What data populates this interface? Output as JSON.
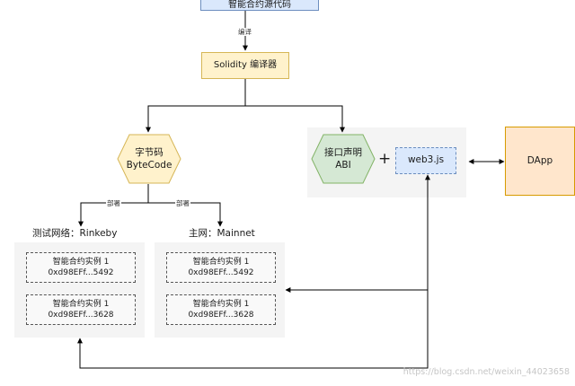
{
  "nodes": {
    "source": "智能合约源代码",
    "compiler": "Solidity 编译器",
    "bytecode": {
      "line1": "字节码",
      "line2": "ByteCode"
    },
    "abi": {
      "line1": "接口声明",
      "line2": "ABI"
    },
    "plus": "+",
    "web3": "web3.js",
    "dapp": "DApp"
  },
  "edges": {
    "compile": "编译",
    "deploy_test": "部署",
    "deploy_main": "部署"
  },
  "networks": {
    "testnet": {
      "label": "测试网络：Rinkeby",
      "instances": [
        {
          "name": "智能合约实例 1",
          "address": "0xd98EFf...5492"
        },
        {
          "name": "智能合约实例 1",
          "address": "0xd98EFf...3628"
        }
      ]
    },
    "mainnet": {
      "label": "主网：Mainnet",
      "instances": [
        {
          "name": "智能合约实例 1",
          "address": "0xd98EFf...5492"
        },
        {
          "name": "智能合约实例 1",
          "address": "0xd98EFf...3628"
        }
      ]
    }
  },
  "colors": {
    "blue_fill": "#dae8fc",
    "blue_stroke": "#6c8ebf",
    "yellow_fill": "#fff2cc",
    "yellow_stroke": "#d6b656",
    "green_fill": "#d5e8d4",
    "green_stroke": "#82b366",
    "orange_fill": "#ffe6cc",
    "orange_stroke": "#d79b00",
    "panel_fill": "#f4f4f4"
  },
  "watermark": "https://blog.csdn.net/weixin_44023658"
}
